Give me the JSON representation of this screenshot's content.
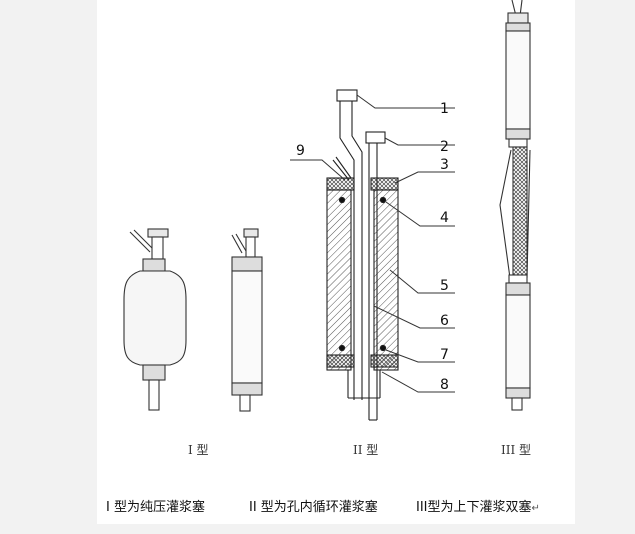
{
  "callouts": [
    "1",
    "2",
    "3",
    "4",
    "5",
    "6",
    "7",
    "8",
    "9"
  ],
  "captions": {
    "type1": "I 型",
    "type2": "II 型",
    "type3": "III 型"
  },
  "descriptions": {
    "type1": "I 型为纯压灌浆塞",
    "type2": "II 型为孔内循环灌浆塞",
    "type3": "III型为上下灌浆双塞",
    "return_mark": "↵"
  }
}
